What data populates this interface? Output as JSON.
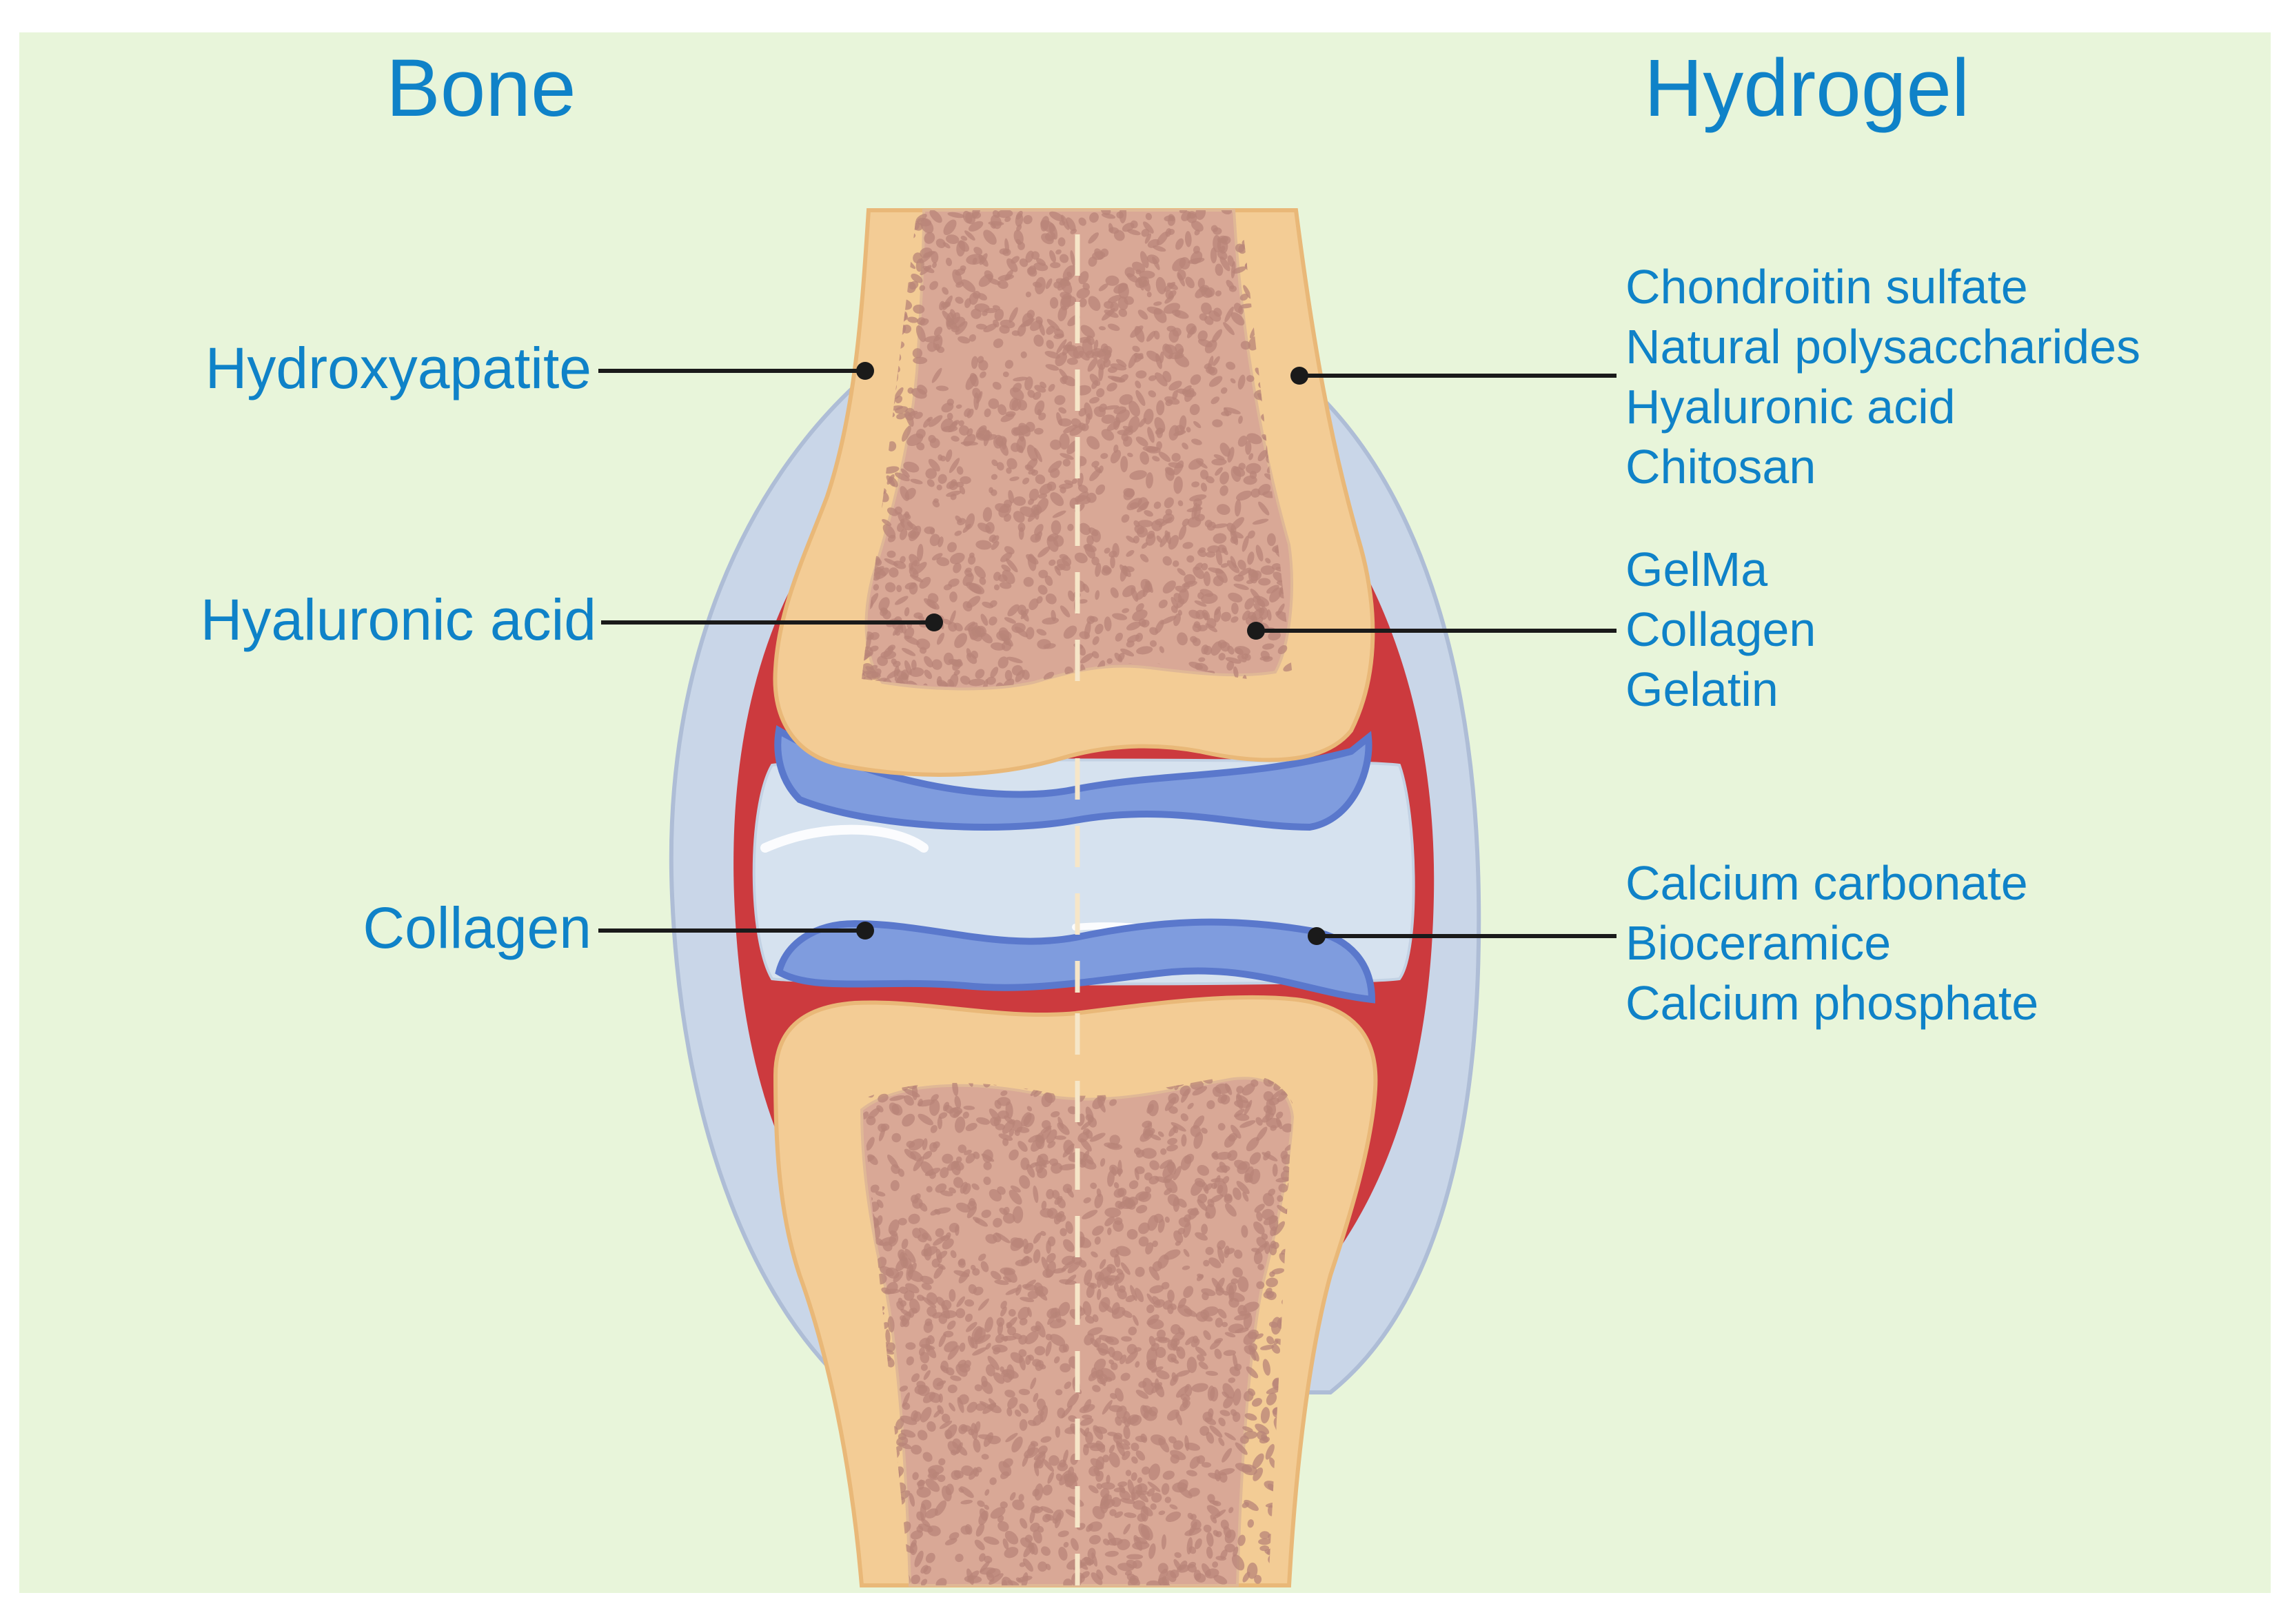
{
  "headings": {
    "left": "Bone",
    "right": "Hydrogel"
  },
  "left_labels": [
    {
      "text": "Hydroxyapatite"
    },
    {
      "text": "Hyaluronic acid"
    },
    {
      "text": "Collagen"
    }
  ],
  "right_groups": [
    {
      "items": [
        "Chondroitin sulfate",
        "Natural polysaccharides",
        "Hyaluronic acid",
        "Chitosan"
      ]
    },
    {
      "items": [
        "GelMa",
        "Collagen",
        "Gelatin"
      ]
    },
    {
      "items": [
        "Calcium carbonate",
        "Bioceramice",
        "Calcium phosphate"
      ]
    }
  ],
  "colors": {
    "background": "#e8f5da",
    "cortical_bone": "#f3cc95",
    "marrow": "#d9a896",
    "marrow_speckle": "#b88478",
    "cartilage": "#7f9cde",
    "cartilage_dark": "#5a78cc",
    "synovial_fluid": "#d6e2ef",
    "capsule": "#c9d6e8",
    "synovial_membrane": "#cc3a3e",
    "leader_line": "#1a1a1a",
    "label_text": "#0f82c8"
  }
}
